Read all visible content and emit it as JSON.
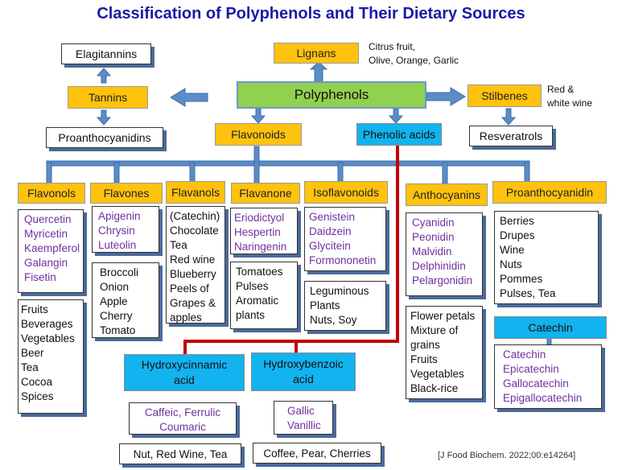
{
  "title": "Classification of Polyphenols and Their Dietary Sources",
  "root": "Polyphenols",
  "lignans": {
    "label": "Lignans",
    "sources": [
      "Citrus fruit,",
      "Olive, Orange, Garlic"
    ]
  },
  "tannins": {
    "label": "Tannins",
    "ellagitannins": "Elagitannins",
    "proanthocyanidins": "Proanthocyanidins"
  },
  "stilbenes": {
    "label": "Stilbenes",
    "sources": [
      "Red &",
      "white wine"
    ],
    "resveratrols": "Resveratrols"
  },
  "flavonoids": "Flavonoids",
  "phenolic_acids": "Phenolic acids",
  "subclasses": [
    {
      "label": "Flavonols",
      "compounds": [
        "Quercetin",
        "Myricetin",
        "Kaempferol",
        "Galangin",
        "Fisetin"
      ],
      "sources": [
        "Fruits",
        "Beverages",
        "Vegetables",
        "Beer",
        "Tea",
        "Cocoa",
        "Spices"
      ]
    },
    {
      "label": "Flavones",
      "compounds": [
        "Apigenin",
        "Chrysin",
        "Luteolin"
      ],
      "sources": [
        "Broccoli",
        "Onion",
        "Apple",
        "Cherry",
        "Tomato"
      ]
    },
    {
      "label": "Flavanols",
      "sources": [
        "(Catechin)",
        "Chocolate",
        "Tea",
        "Red wine",
        "Blueberry",
        "Peels of",
        "Grapes &",
        "apples"
      ]
    },
    {
      "label": "Flavanone",
      "compounds": [
        "Eriodictyol",
        "Hespertin",
        "Naringenin"
      ],
      "sources": [
        "Tomatoes",
        "Pulses",
        "Aromatic",
        "plants"
      ]
    },
    {
      "label": "Isoflavonoids",
      "compounds": [
        "Genistein",
        "Daidzein",
        "Glycitein",
        "Formononetin"
      ],
      "sources": [
        "Leguminous",
        "Plants",
        "Nuts, Soy"
      ]
    },
    {
      "label": "Anthocyanins",
      "compounds": [
        "Cyanidin",
        "Peonidin",
        "Malvidin",
        "Delphinidin",
        "Pelargonidin"
      ],
      "sources": [
        "Flower petals",
        "Mixture of",
        "grains",
        "Fruits",
        "Vegetables",
        "Black-rice"
      ]
    },
    {
      "label": "Proanthocyanidin",
      "sources": [
        "Berries",
        "Drupes",
        "Wine",
        "Nuts",
        "Pommes",
        "Pulses, Tea"
      ],
      "catechin_label": "Catechin",
      "catechins": [
        "Catechin",
        "Epicatechin",
        "Gallocatechin",
        "Epigallocatechin"
      ]
    }
  ],
  "acids": [
    {
      "label": [
        "Hydroxycinnamic",
        "acid"
      ],
      "compounds": [
        "Caffeic, Ferrulic",
        "Coumaric"
      ],
      "sources": "Nut, Red Wine, Tea"
    },
    {
      "label": [
        "Hydroxybenzoic",
        "acid"
      ],
      "compounds": [
        "Gallic",
        "Vanillic"
      ],
      "sources": "Coffee, Pear, Cherries"
    }
  ],
  "citation": "[J Food Biochem. 2022;00:e14264]",
  "colors": {
    "title": "#1a1aa6",
    "category": "#ffc20e",
    "root": "#92d050",
    "acid": "#12b3ee",
    "connector": "#5b8cc6",
    "phenolic_path": "#c00000",
    "compound_text": "#7030a0"
  }
}
